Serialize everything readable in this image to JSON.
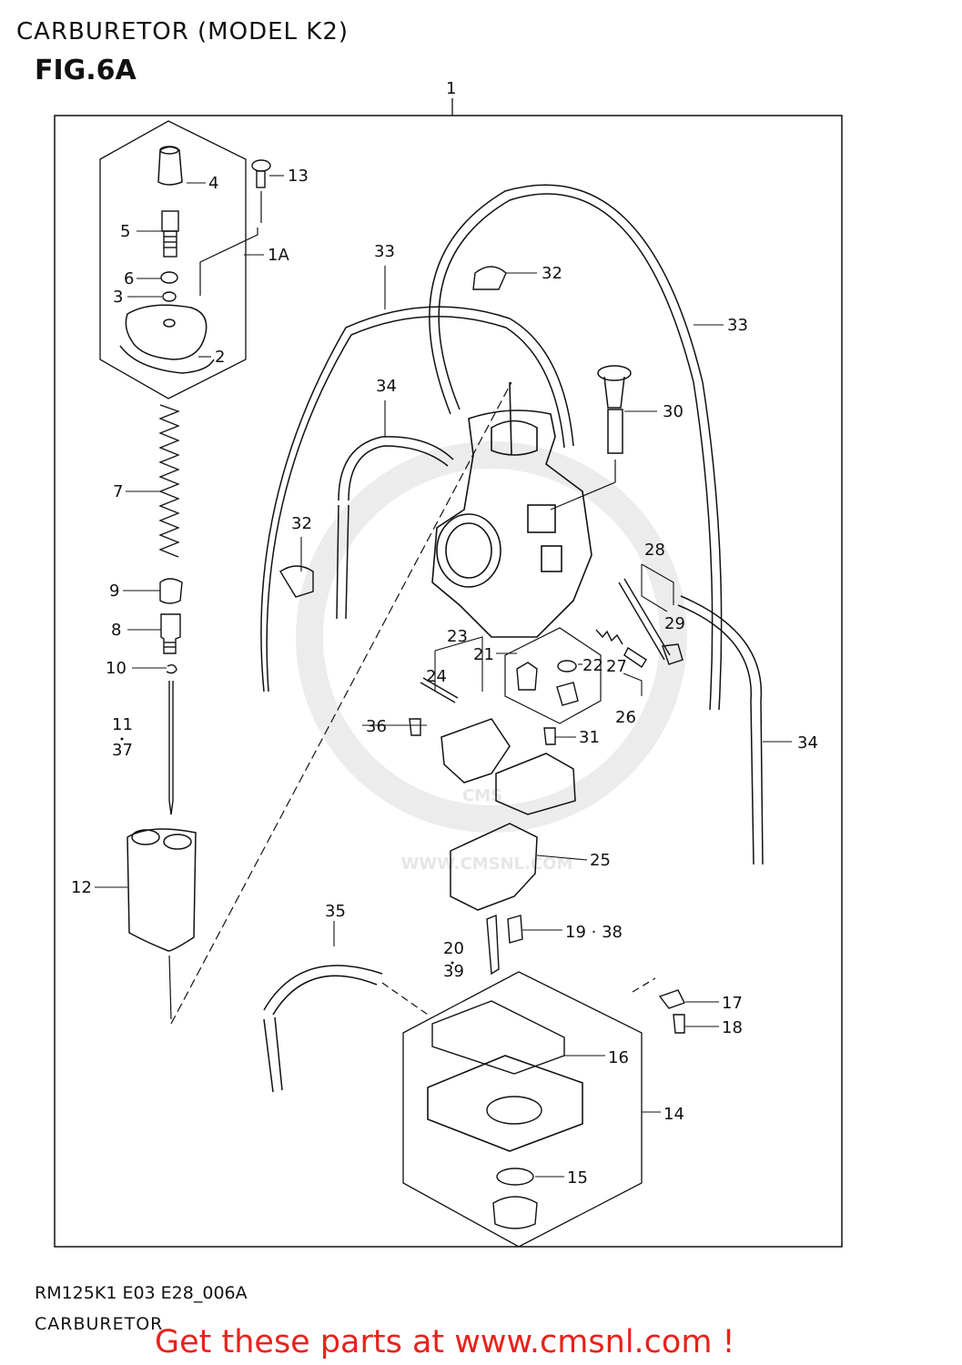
{
  "header": {
    "title": "CARBURETOR (MODEL K2)",
    "figure": "FIG.6A"
  },
  "footer": {
    "code": "RM125K1 E03 E28_006A",
    "caption": "CARBURETOR",
    "promo": "Get these parts at www.cmsnl.com !"
  },
  "watermark": {
    "text": "WWW.CMSNL.COM",
    "logo": "CMS"
  },
  "callouts": {
    "c1": "1",
    "c1A": "1A",
    "c2": "2",
    "c3": "3",
    "c4": "4",
    "c5": "5",
    "c6": "6",
    "c7": "7",
    "c8": "8",
    "c9": "9",
    "c10": "10",
    "c11": "11",
    "c37": "37",
    "c12": "12",
    "c13": "13",
    "c14": "14",
    "c15": "15",
    "c16": "16",
    "c17": "17",
    "c18": "18",
    "c1938": "19 · 38",
    "c20": "20",
    "c39": "39",
    "c21": "21",
    "c22": "22",
    "c23": "23",
    "c24": "24",
    "c25": "25",
    "c26": "26",
    "c27": "27",
    "c28": "28",
    "c29": "29",
    "c30": "30",
    "c31": "31",
    "c32a": "32",
    "c32b": "32",
    "c33a": "33",
    "c33b": "33",
    "c34a": "34",
    "c34b": "34",
    "c35": "35",
    "c36": "36"
  },
  "colors": {
    "promo": "#e8221c",
    "line": "#111111",
    "watermark": "#e6e6e6"
  }
}
